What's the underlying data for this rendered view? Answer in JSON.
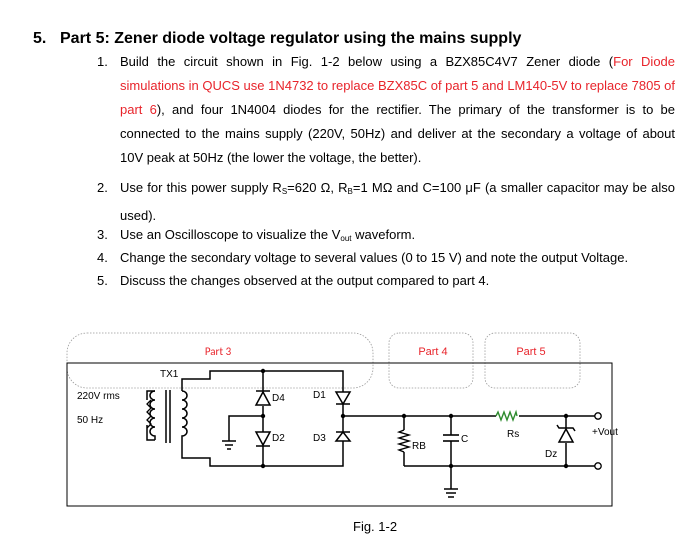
{
  "section": {
    "number": "5.",
    "title": "Part 5: Zener diode voltage regulator using the mains supply"
  },
  "items": [
    {
      "num": "1.",
      "t1": "Build the circuit shown in Fig. 1-2 below using a BZX85C4V7 Zener diode (",
      "red": "For Diode simulations in QUCS use 1N4732 to replace BZX85C of part 5  and  LM140-5V to replace 7805 of part 6",
      "t2": "), and four 1N4004 diodes for the rectifier. The primary of the transformer is to be connected to the mains supply (220V, 50Hz) and deliver at the secondary a voltage of about 10V peak at 50Hz (the lower the voltage, the better)."
    },
    {
      "num": "2.",
      "t1": "Use for this power supply R",
      "s1": "S",
      "t2": "=620 Ω, R",
      "s2": "B",
      "t3": "=1 MΩ and C=100 μF (a smaller capacitor may be also used)."
    },
    {
      "num": "3.",
      "t1": "Use an Oscilloscope to visualize the V",
      "s1": "out",
      "t2": " waveform."
    },
    {
      "num": "4.",
      "text": "Change the secondary voltage to several values (0 to 15 V) and note the output Voltage."
    },
    {
      "num": "5.",
      "text": "Discuss the changes observed at the output compared to part 4."
    }
  ],
  "figure": {
    "caption": "Fig. 1-2",
    "part3": "Part 3",
    "part4": "Part 4",
    "part5": "Part 5",
    "tx": "TX1",
    "mains_v": "220V rms",
    "mains_f": "50 Hz",
    "d1": "D1",
    "d2": "D2",
    "d3": "D3",
    "d4": "D4",
    "rb": "RB",
    "c": "C",
    "rs": "Rs",
    "dz": "Dz",
    "vout": "+Vout"
  }
}
